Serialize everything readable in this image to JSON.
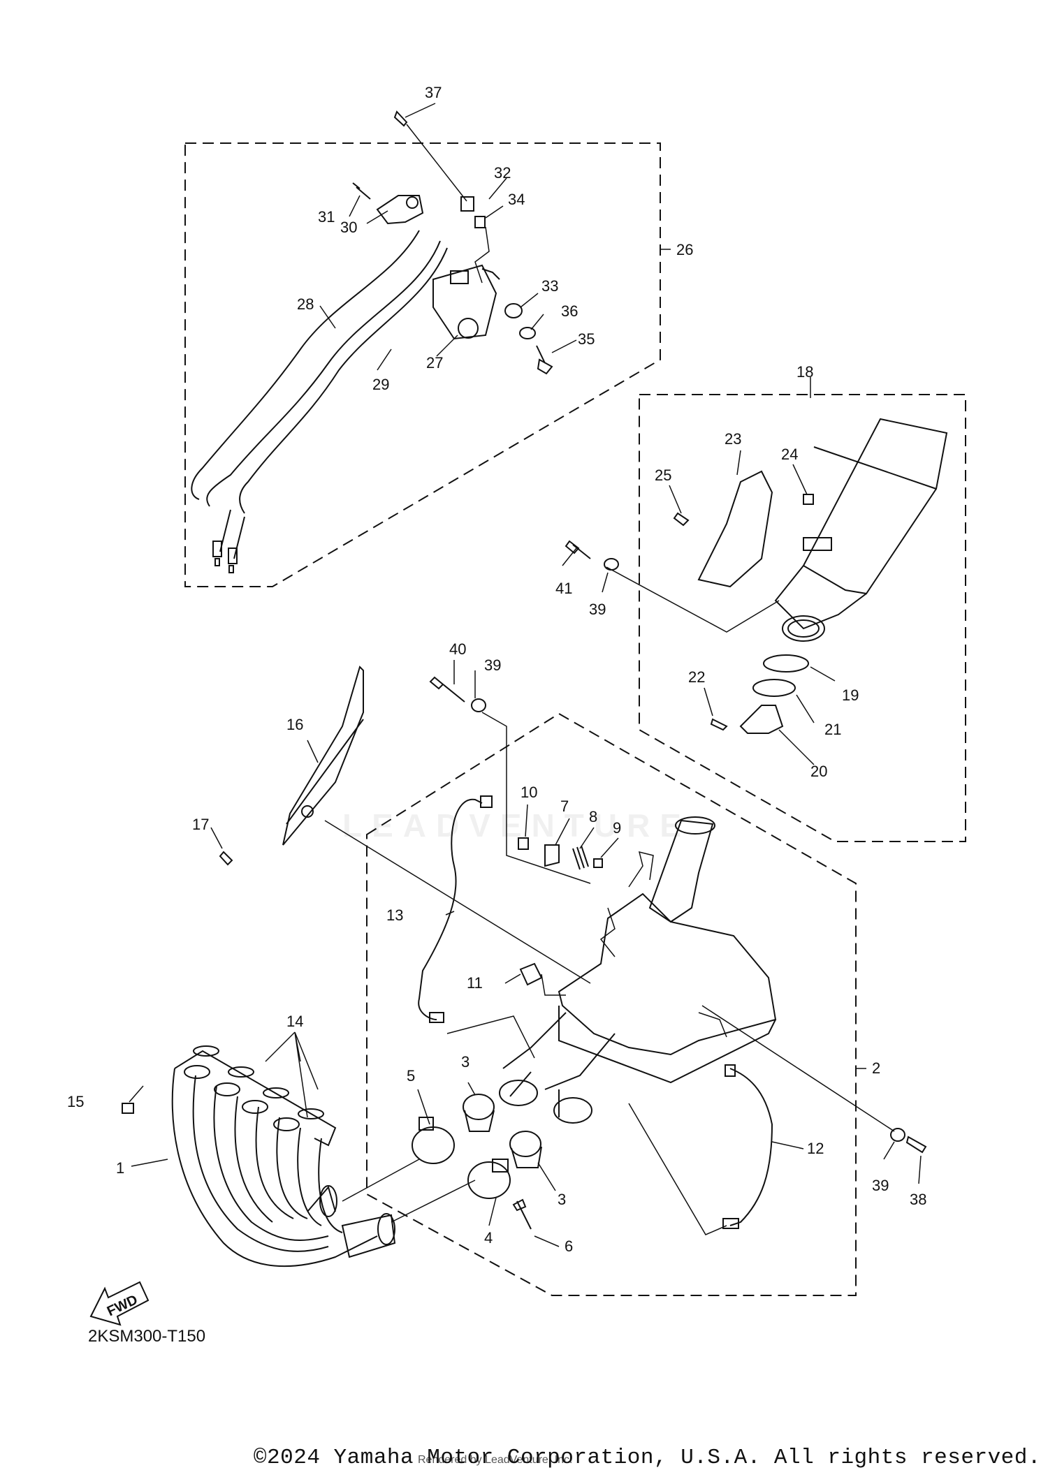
{
  "callouts": [
    {
      "n": "1"
    },
    {
      "n": "2"
    },
    {
      "n": "3"
    },
    {
      "n": "3"
    },
    {
      "n": "4"
    },
    {
      "n": "5"
    },
    {
      "n": "6"
    },
    {
      "n": "7"
    },
    {
      "n": "8"
    },
    {
      "n": "9"
    },
    {
      "n": "10"
    },
    {
      "n": "11"
    },
    {
      "n": "12"
    },
    {
      "n": "13"
    },
    {
      "n": "14"
    },
    {
      "n": "15"
    },
    {
      "n": "16"
    },
    {
      "n": "17"
    },
    {
      "n": "18"
    },
    {
      "n": "19"
    },
    {
      "n": "20"
    },
    {
      "n": "21"
    },
    {
      "n": "22"
    },
    {
      "n": "23"
    },
    {
      "n": "24"
    },
    {
      "n": "25"
    },
    {
      "n": "26"
    },
    {
      "n": "27"
    },
    {
      "n": "28"
    },
    {
      "n": "29"
    },
    {
      "n": "30"
    },
    {
      "n": "31"
    },
    {
      "n": "32"
    },
    {
      "n": "33"
    },
    {
      "n": "34"
    },
    {
      "n": "35"
    },
    {
      "n": "36"
    },
    {
      "n": "37"
    },
    {
      "n": "38"
    },
    {
      "n": "39"
    },
    {
      "n": "39"
    },
    {
      "n": "39"
    },
    {
      "n": "40"
    },
    {
      "n": "41"
    }
  ],
  "fwd_label": "FWD",
  "diagram_code": "2KSM300-T150",
  "watermark": "LEADVENTURE",
  "copyright": "©2024 Yamaha Motor Corporation, U.S.A. All rights reserved.",
  "rendered_by": "Rendered by LeadVenture, Inc."
}
